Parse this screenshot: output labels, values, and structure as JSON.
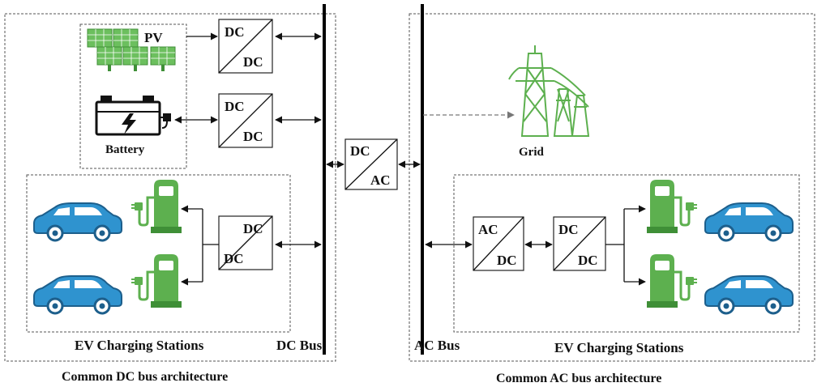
{
  "colors": {
    "green": "#5db04f",
    "green_dark": "#3f8f37",
    "car_blue": "#2f93cf",
    "car_outline": "#1d5f8c",
    "line": "#111111"
  },
  "labels": {
    "pv": "PV",
    "battery": "Battery",
    "grid": "Grid",
    "dc": "DC",
    "ac": "AC",
    "dc_bus": "DC Bus",
    "ac_bus": "AC Bus",
    "ev_left": "EV Charging Stations",
    "ev_right": "EV Charging Stations",
    "caption_left": "Common DC bus architecture",
    "caption_right": "Common AC bus architecture"
  },
  "converters": [
    {
      "id": "pv-converter",
      "top": "DC",
      "bottom": "DC"
    },
    {
      "id": "battery-converter",
      "top": "DC",
      "bottom": "DC"
    },
    {
      "id": "ev-dc-converter",
      "top": "DC",
      "bottom": "DC"
    },
    {
      "id": "interlink-converter",
      "top": "DC",
      "bottom": "AC"
    },
    {
      "id": "ac-rectifier",
      "top": "AC",
      "bottom": "DC"
    },
    {
      "id": "ac-side-dcdc",
      "top": "DC",
      "bottom": "DC"
    }
  ],
  "icons": [
    "solar-panel-icon",
    "battery-icon",
    "grid-tower-icon",
    "ev-car-icon",
    "charging-pump-icon"
  ]
}
